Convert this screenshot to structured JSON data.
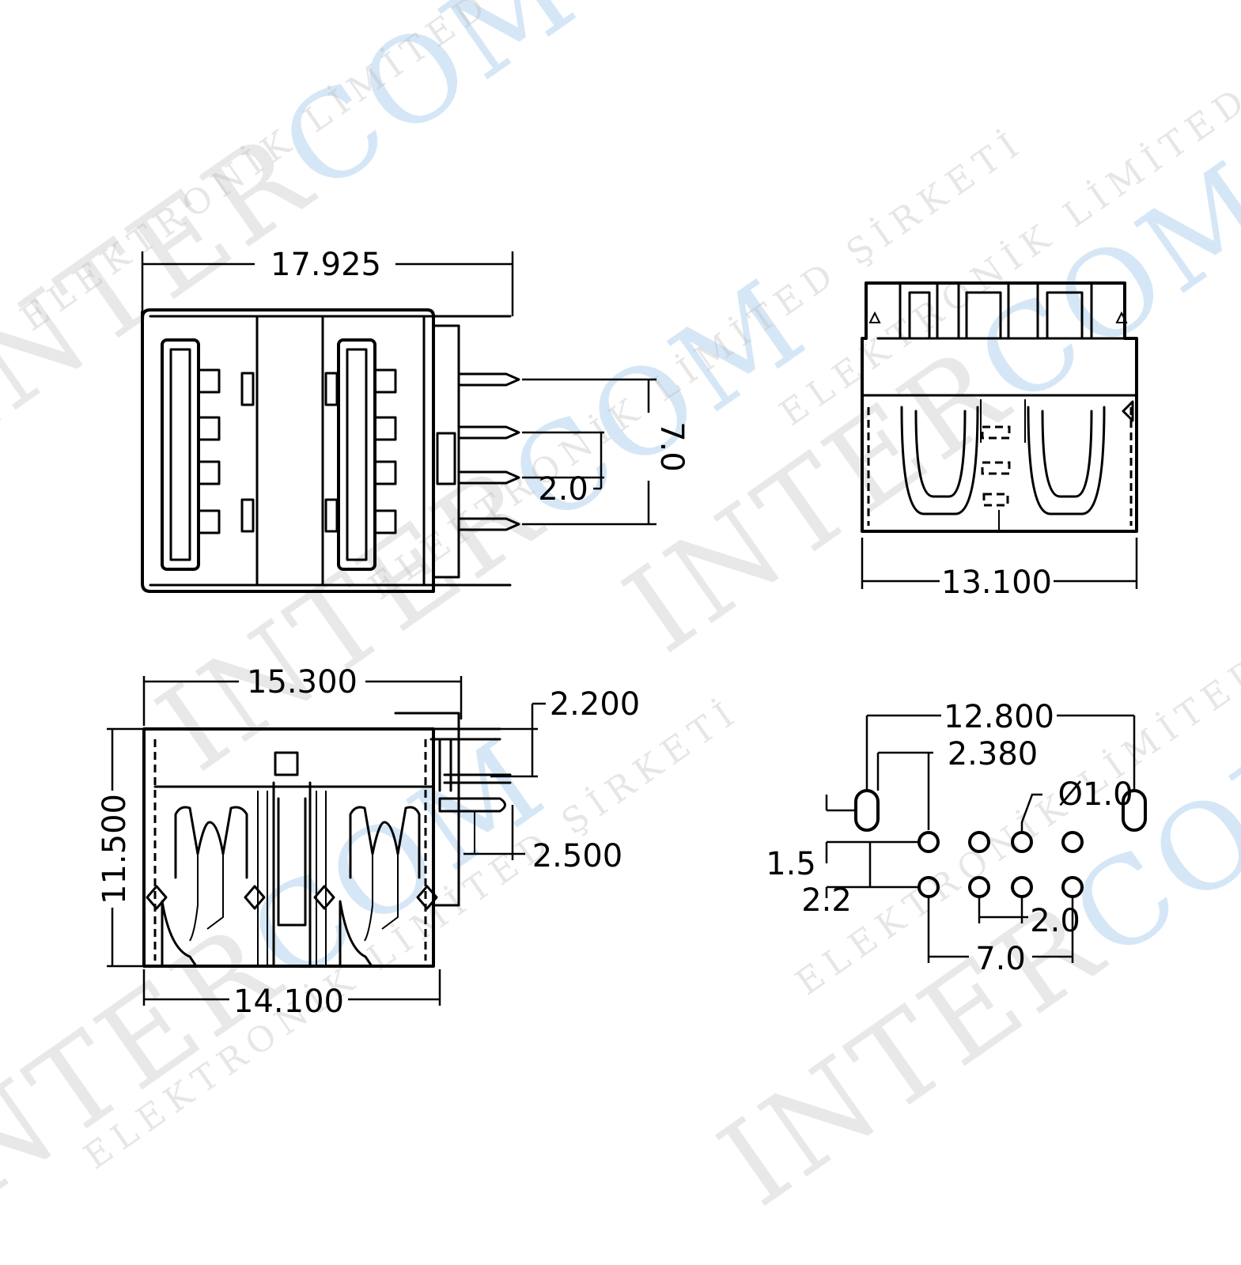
{
  "watermark": {
    "brand_prefix": "INTER",
    "brand_suffix": "COM",
    "tagline": "ELEKTRONİK LİMİTED ŞİRKETİ",
    "brand_color": "#7fb6e6",
    "text_color": "#b9b9b9"
  },
  "views": {
    "top_view": {
      "width_dim": "17.925",
      "pin_span_dim": "7.0",
      "pin_pitch_dim": "2.0"
    },
    "end_view": {
      "width_dim": "13.100"
    },
    "side_view": {
      "top_dim": "15.300",
      "bottom_dim": "14.100",
      "height_dim": "11.500",
      "tab_dim": "2.200",
      "pin_dim": "2.500"
    },
    "footprint": {
      "overall_dim": "12.800",
      "offset_dim": "2.380",
      "hole_dim": "Ø1.0",
      "row_offset_dim": "1.5",
      "row_pitch_dim": "2.2",
      "pitch_dim": "2.0",
      "span_dim": "7.0"
    }
  }
}
